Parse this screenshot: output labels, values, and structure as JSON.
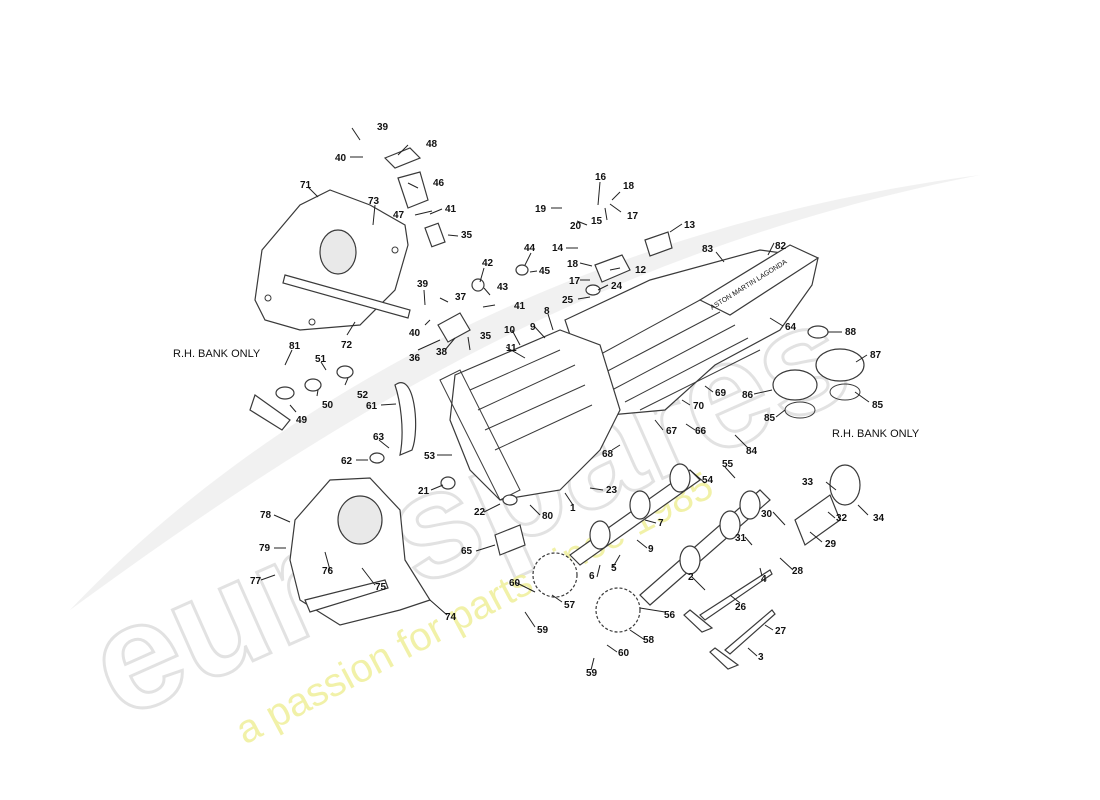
{
  "diagram": {
    "notes": [
      "R.H. BANK ONLY",
      "R.H. BANK ONLY"
    ],
    "cover_inscription": "ASTON MARTIN LAGONDA",
    "callouts": [
      {
        "id": "c39a",
        "n": "39"
      },
      {
        "id": "c40a",
        "n": "40"
      },
      {
        "id": "c48",
        "n": "48"
      },
      {
        "id": "c46",
        "n": "46"
      },
      {
        "id": "c47",
        "n": "47"
      },
      {
        "id": "c41a",
        "n": "41"
      },
      {
        "id": "c35a",
        "n": "35"
      },
      {
        "id": "c71",
        "n": "71"
      },
      {
        "id": "c73",
        "n": "73"
      },
      {
        "id": "c39b",
        "n": "39"
      },
      {
        "id": "c37",
        "n": "37"
      },
      {
        "id": "c40b",
        "n": "40"
      },
      {
        "id": "c42",
        "n": "42"
      },
      {
        "id": "c43",
        "n": "43"
      },
      {
        "id": "c41b",
        "n": "41"
      },
      {
        "id": "c38",
        "n": "38"
      },
      {
        "id": "c35b",
        "n": "35"
      },
      {
        "id": "c36",
        "n": "36"
      },
      {
        "id": "c72",
        "n": "72"
      },
      {
        "id": "c81",
        "n": "81"
      },
      {
        "id": "c51",
        "n": "51"
      },
      {
        "id": "c52",
        "n": "52"
      },
      {
        "id": "c50",
        "n": "50"
      },
      {
        "id": "c49",
        "n": "49"
      },
      {
        "id": "c61",
        "n": "61"
      },
      {
        "id": "c63",
        "n": "63"
      },
      {
        "id": "c62",
        "n": "62"
      },
      {
        "id": "c53",
        "n": "53"
      },
      {
        "id": "c21",
        "n": "21"
      },
      {
        "id": "c16",
        "n": "16"
      },
      {
        "id": "c18a",
        "n": "18"
      },
      {
        "id": "c19",
        "n": "19"
      },
      {
        "id": "c20",
        "n": "20"
      },
      {
        "id": "c15",
        "n": "15"
      },
      {
        "id": "c17a",
        "n": "17"
      },
      {
        "id": "c13",
        "n": "13"
      },
      {
        "id": "c44",
        "n": "44"
      },
      {
        "id": "c45",
        "n": "45"
      },
      {
        "id": "c14",
        "n": "14"
      },
      {
        "id": "c18b",
        "n": "18"
      },
      {
        "id": "c12",
        "n": "12"
      },
      {
        "id": "c17b",
        "n": "17"
      },
      {
        "id": "c24",
        "n": "24"
      },
      {
        "id": "c25",
        "n": "25"
      },
      {
        "id": "c83",
        "n": "83"
      },
      {
        "id": "c82",
        "n": "82"
      },
      {
        "id": "c8",
        "n": "8"
      },
      {
        "id": "c9a",
        "n": "9"
      },
      {
        "id": "c10",
        "n": "10"
      },
      {
        "id": "c11",
        "n": "11"
      },
      {
        "id": "c64",
        "n": "64"
      },
      {
        "id": "c88",
        "n": "88"
      },
      {
        "id": "c87",
        "n": "87"
      },
      {
        "id": "c86",
        "n": "86"
      },
      {
        "id": "c85a",
        "n": "85"
      },
      {
        "id": "c85b",
        "n": "85"
      },
      {
        "id": "c69",
        "n": "69"
      },
      {
        "id": "c70",
        "n": "70"
      },
      {
        "id": "c67",
        "n": "67"
      },
      {
        "id": "c66",
        "n": "66"
      },
      {
        "id": "c68",
        "n": "68"
      },
      {
        "id": "c84",
        "n": "84"
      },
      {
        "id": "c23",
        "n": "23"
      },
      {
        "id": "c1",
        "n": "1"
      },
      {
        "id": "c22",
        "n": "22"
      },
      {
        "id": "c80",
        "n": "80"
      },
      {
        "id": "c65",
        "n": "65"
      },
      {
        "id": "c55",
        "n": "55"
      },
      {
        "id": "c54",
        "n": "54"
      },
      {
        "id": "c7",
        "n": "7"
      },
      {
        "id": "c9b",
        "n": "9"
      },
      {
        "id": "c6",
        "n": "6"
      },
      {
        "id": "c5",
        "n": "5"
      },
      {
        "id": "c33",
        "n": "33"
      },
      {
        "id": "c34",
        "n": "34"
      },
      {
        "id": "c30",
        "n": "30"
      },
      {
        "id": "c32",
        "n": "32"
      },
      {
        "id": "c29",
        "n": "29"
      },
      {
        "id": "c31",
        "n": "31"
      },
      {
        "id": "c28",
        "n": "28"
      },
      {
        "id": "c4",
        "n": "4"
      },
      {
        "id": "c2",
        "n": "2"
      },
      {
        "id": "c26",
        "n": "26"
      },
      {
        "id": "c27",
        "n": "27"
      },
      {
        "id": "c3",
        "n": "3"
      },
      {
        "id": "c78",
        "n": "78"
      },
      {
        "id": "c79",
        "n": "79"
      },
      {
        "id": "c77",
        "n": "77"
      },
      {
        "id": "c76",
        "n": "76"
      },
      {
        "id": "c75",
        "n": "75"
      },
      {
        "id": "c74",
        "n": "74"
      },
      {
        "id": "c60a",
        "n": "60"
      },
      {
        "id": "c57",
        "n": "57"
      },
      {
        "id": "c59a",
        "n": "59"
      },
      {
        "id": "c56",
        "n": "56"
      },
      {
        "id": "c58",
        "n": "58"
      },
      {
        "id": "c60b",
        "n": "60"
      },
      {
        "id": "c59b",
        "n": "59"
      }
    ]
  },
  "watermark": {
    "brand": "eurospares",
    "tagline": "a passion for parts since 1985"
  }
}
